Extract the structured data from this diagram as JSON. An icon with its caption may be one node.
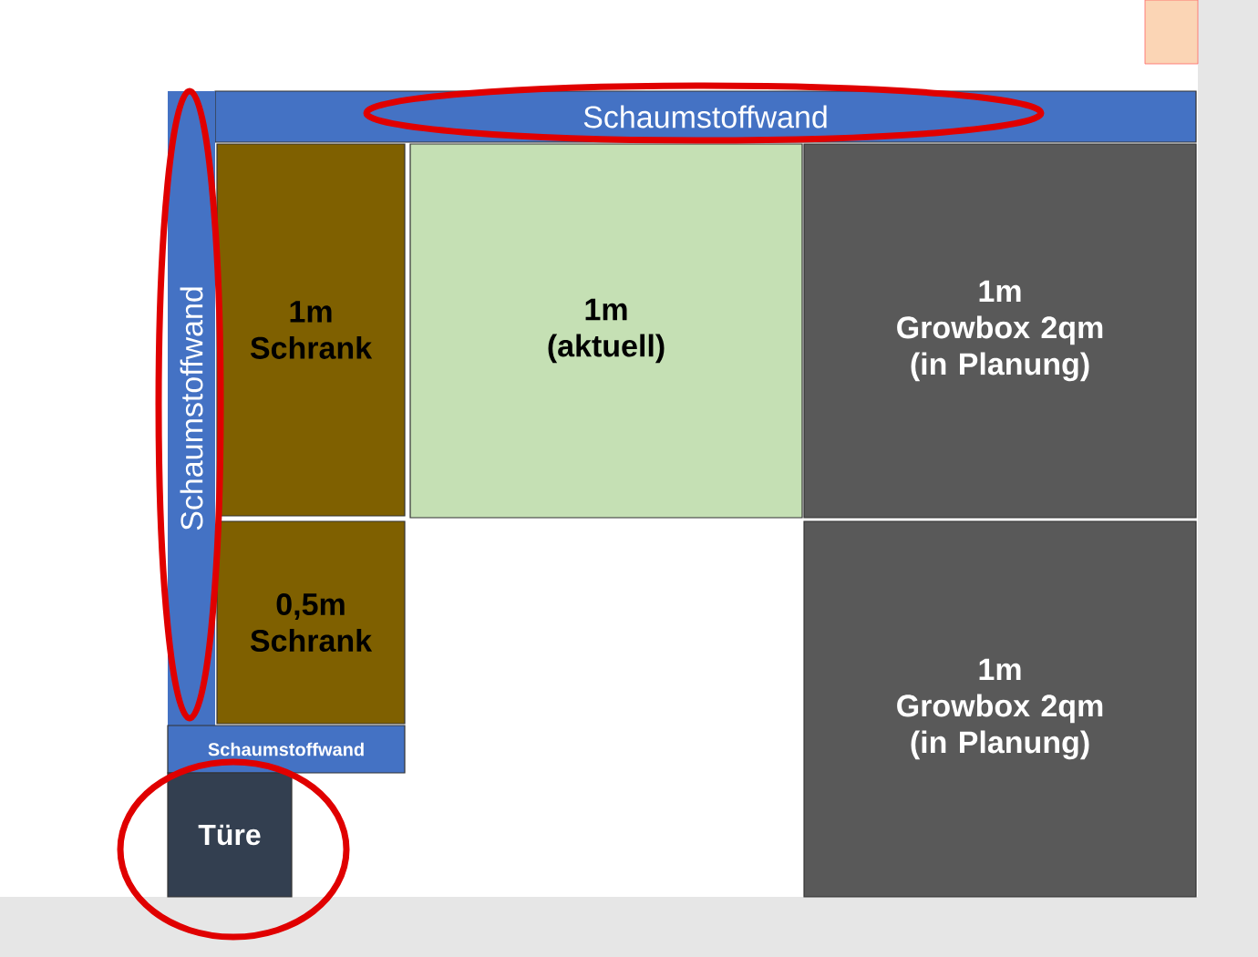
{
  "diagram": {
    "nodes": [
      {
        "text": [
          "Schaumstoffwand"
        ]
      },
      {
        "text": [
          "Schaumstoffwand"
        ]
      },
      {
        "text": [
          "1m",
          "Schrank"
        ]
      },
      {
        "text": [
          "1m",
          "(aktuell)"
        ]
      },
      {
        "text": [
          "1m",
          "Growbox 2qm (in Planung)"
        ]
      },
      {
        "text": [
          "0,5m",
          "Schrank"
        ]
      },
      {
        "text": [
          "1m",
          "Growbox 2qm (in Planung)"
        ]
      },
      {
        "text": [
          "Schaumstoffwand"
        ]
      },
      {
        "text": [
          "Türe"
        ]
      }
    ]
  }
}
